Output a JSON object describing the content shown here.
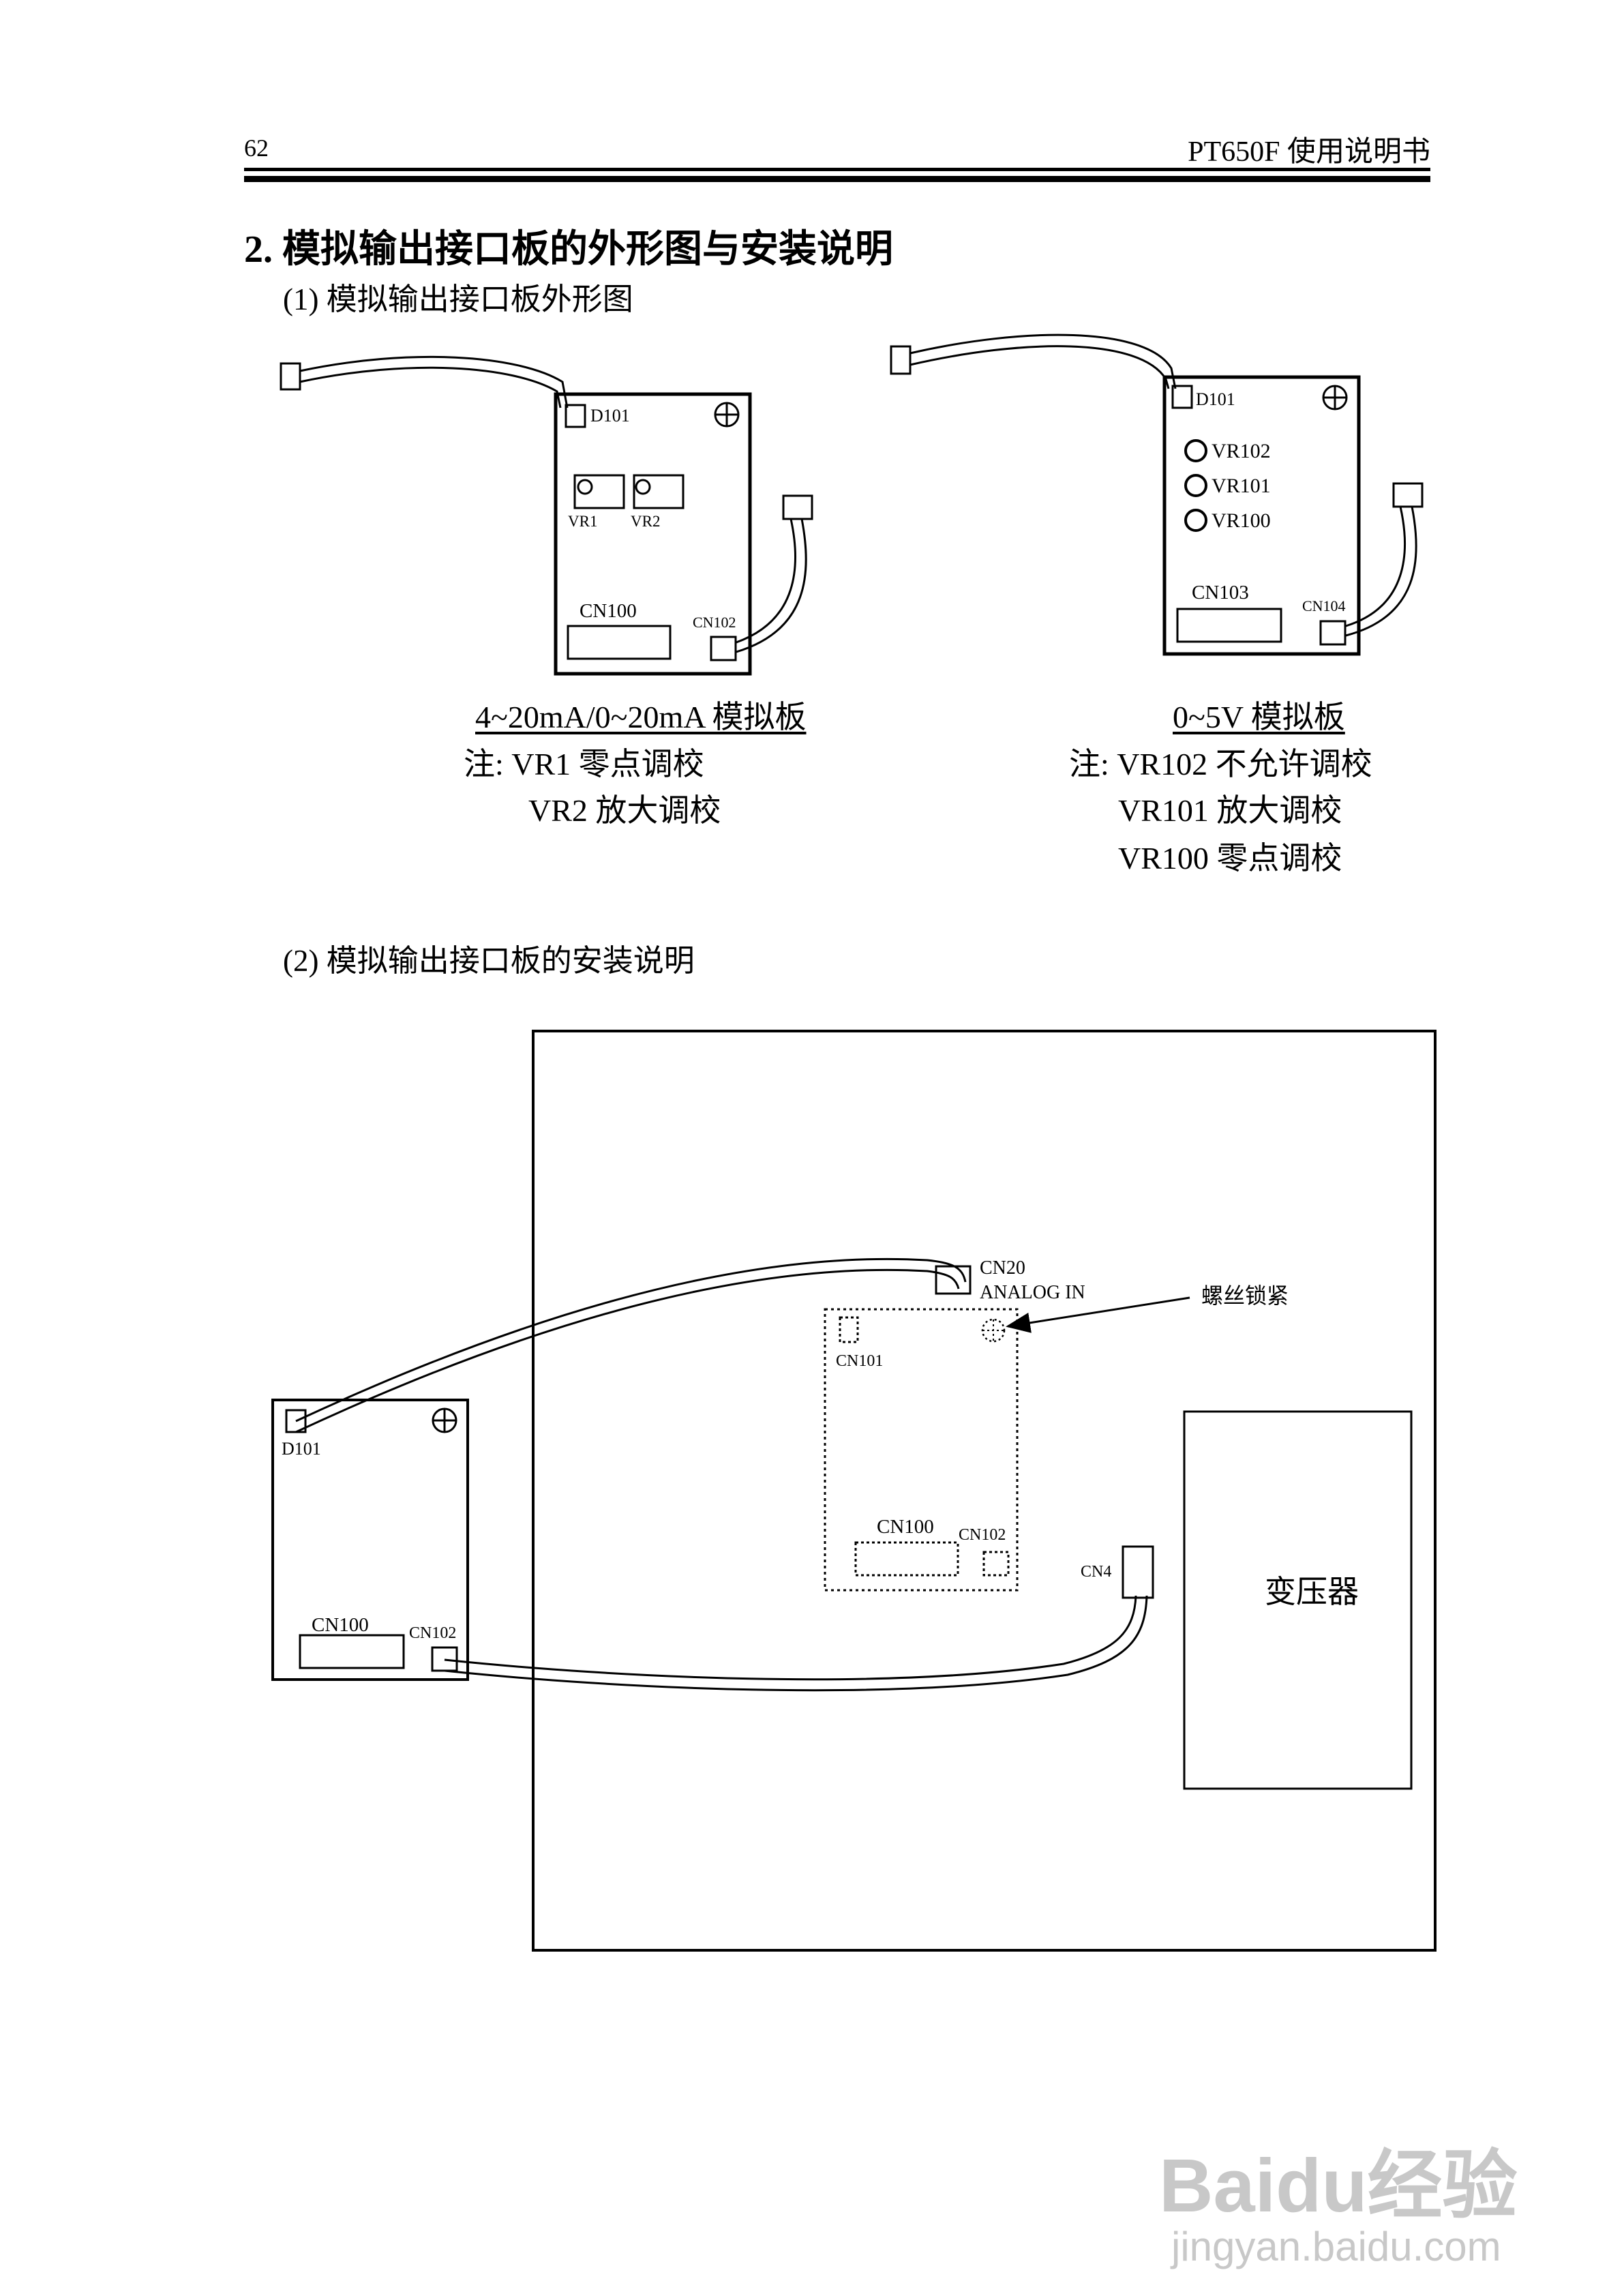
{
  "header": {
    "page_number": "62",
    "doc_title": "PT650F 使用说明书"
  },
  "section": {
    "title": "2.  模拟输出接口板的外形图与安装说明",
    "sub1": "(1)  模拟输出接口板外形图",
    "sub2": "(2)  模拟输出接口板的安装说明"
  },
  "board_a": {
    "d101": "D101",
    "vr1": "VR1",
    "vr2": "VR2",
    "cn100": "CN100",
    "cn102": "CN102",
    "caption": "4~20mA/0~20mA 模拟板",
    "note1": "注: VR1  零点调校",
    "note2": "VR2  放大调校"
  },
  "board_b": {
    "d101": "D101",
    "vr102": "VR102",
    "vr101": "VR101",
    "vr100": "VR100",
    "cn103": "CN103",
    "cn104": "CN104",
    "caption": "0~5V 模拟板",
    "note1": "注: VR102  不允许调校",
    "note2": "VR101  放大调校",
    "note3": "VR100  零点调校"
  },
  "install": {
    "cn20": "CN20",
    "analog_in": "ANALOG IN",
    "screw_label": "螺丝锁紧",
    "cn101": "CN101",
    "cn100_inner": "CN100",
    "cn102_inner": "CN102",
    "cn4": "CN4",
    "transformer": "变压器",
    "ext_d101": "D101",
    "ext_cn100": "CN100",
    "ext_cn102": "CN102"
  },
  "watermark": {
    "brand": "Baidu经验",
    "url": "jingyan.baidu.com"
  }
}
